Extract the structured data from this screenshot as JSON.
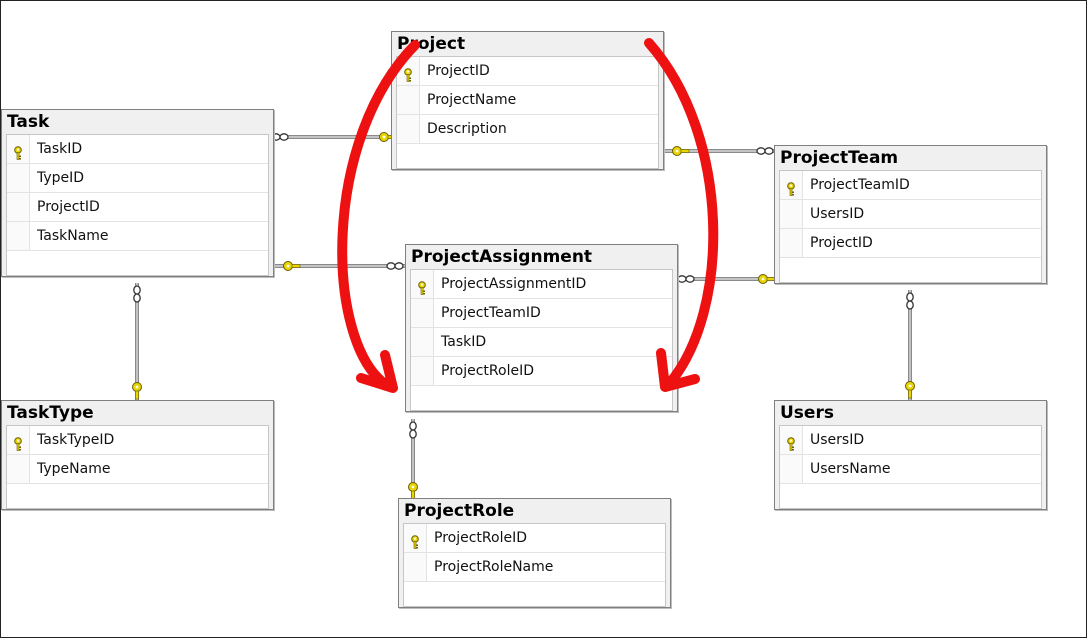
{
  "diagram": {
    "tables": [
      {
        "id": "project",
        "title": "Project",
        "columns": [
          {
            "name": "ProjectID",
            "pk": true
          },
          {
            "name": "ProjectName",
            "pk": false
          },
          {
            "name": "Description",
            "pk": false
          }
        ]
      },
      {
        "id": "task",
        "title": "Task",
        "columns": [
          {
            "name": "TaskID",
            "pk": true
          },
          {
            "name": "TypeID",
            "pk": false
          },
          {
            "name": "ProjectID",
            "pk": false
          },
          {
            "name": "TaskName",
            "pk": false
          }
        ]
      },
      {
        "id": "projectteam",
        "title": "ProjectTeam",
        "columns": [
          {
            "name": "ProjectTeamID",
            "pk": true
          },
          {
            "name": "UsersID",
            "pk": false
          },
          {
            "name": "ProjectID",
            "pk": false
          }
        ]
      },
      {
        "id": "projectassignment",
        "title": "ProjectAssignment",
        "columns": [
          {
            "name": "ProjectAssignmentID",
            "pk": true
          },
          {
            "name": "ProjectTeamID",
            "pk": false
          },
          {
            "name": "TaskID",
            "pk": false
          },
          {
            "name": "ProjectRoleID",
            "pk": false
          }
        ]
      },
      {
        "id": "tasktype",
        "title": "TaskType",
        "columns": [
          {
            "name": "TaskTypeID",
            "pk": true
          },
          {
            "name": "TypeName",
            "pk": false
          }
        ]
      },
      {
        "id": "users",
        "title": "Users",
        "columns": [
          {
            "name": "UsersID",
            "pk": true
          },
          {
            "name": "UsersName",
            "pk": false
          }
        ]
      },
      {
        "id": "projectrole",
        "title": "ProjectRole",
        "columns": [
          {
            "name": "ProjectRoleID",
            "pk": true
          },
          {
            "name": "ProjectRoleName",
            "pk": false
          }
        ]
      }
    ],
    "relationships": [
      {
        "many": "task",
        "one": "project"
      },
      {
        "many": "projectteam",
        "one": "project"
      },
      {
        "many": "projectassignment",
        "one": "task"
      },
      {
        "many": "projectassignment",
        "one": "projectteam"
      },
      {
        "many": "task",
        "one": "tasktype"
      },
      {
        "many": "projectteam",
        "one": "users"
      },
      {
        "many": "projectassignment",
        "one": "projectrole"
      }
    ],
    "colors": {
      "annotation_arrow": "#ee1111",
      "key_icon": "#e8d400",
      "connector": "#8a8a8a"
    },
    "icons": {
      "primary_key": "key-icon",
      "many_end": "infinity-icon",
      "one_end": "key-icon"
    }
  }
}
